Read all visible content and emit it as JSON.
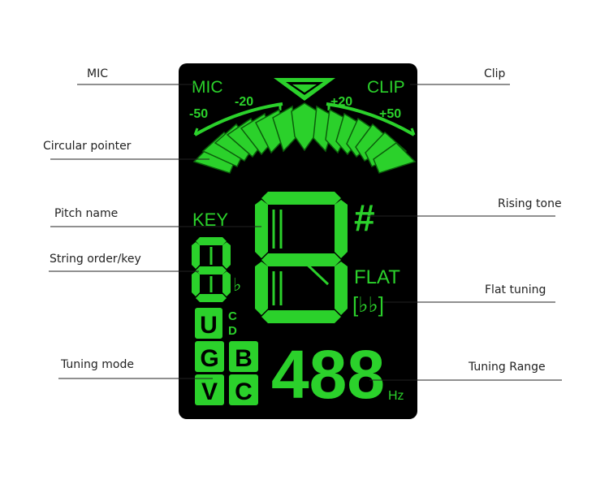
{
  "callouts": {
    "mic": "MIC",
    "clip": "Clip",
    "circular_pointer": "Circular pointer",
    "pitch_name": "Pitch name",
    "rising_tone": "Rising tone",
    "string_order_key": "String order/key",
    "flat_tuning": "Flat tuning",
    "tuning_mode": "Tuning mode",
    "tuning_range": "Tuning Range"
  },
  "display": {
    "mic_label": "MIC",
    "clip_label": "CLIP",
    "scale": {
      "minus50": "-50",
      "minus20": "-20",
      "plus20": "+20",
      "plus50": "+50"
    },
    "key_label": "KEY",
    "sharp_symbol": "#",
    "flat_word": "FLAT",
    "flat_bracket": "[♭♭]",
    "flat_symbol": "♭",
    "mode_letters": {
      "u": "U",
      "c": "C",
      "d": "D",
      "g": "G",
      "b": "B",
      "v": "V",
      "c2": "C"
    },
    "frequency": "488",
    "hz_label": "Hz"
  },
  "colors": {
    "lcd_bg": "#000000",
    "segment": "#2bd12b",
    "segment_edge": "#0b5e0b",
    "callout_text": "#222222"
  }
}
